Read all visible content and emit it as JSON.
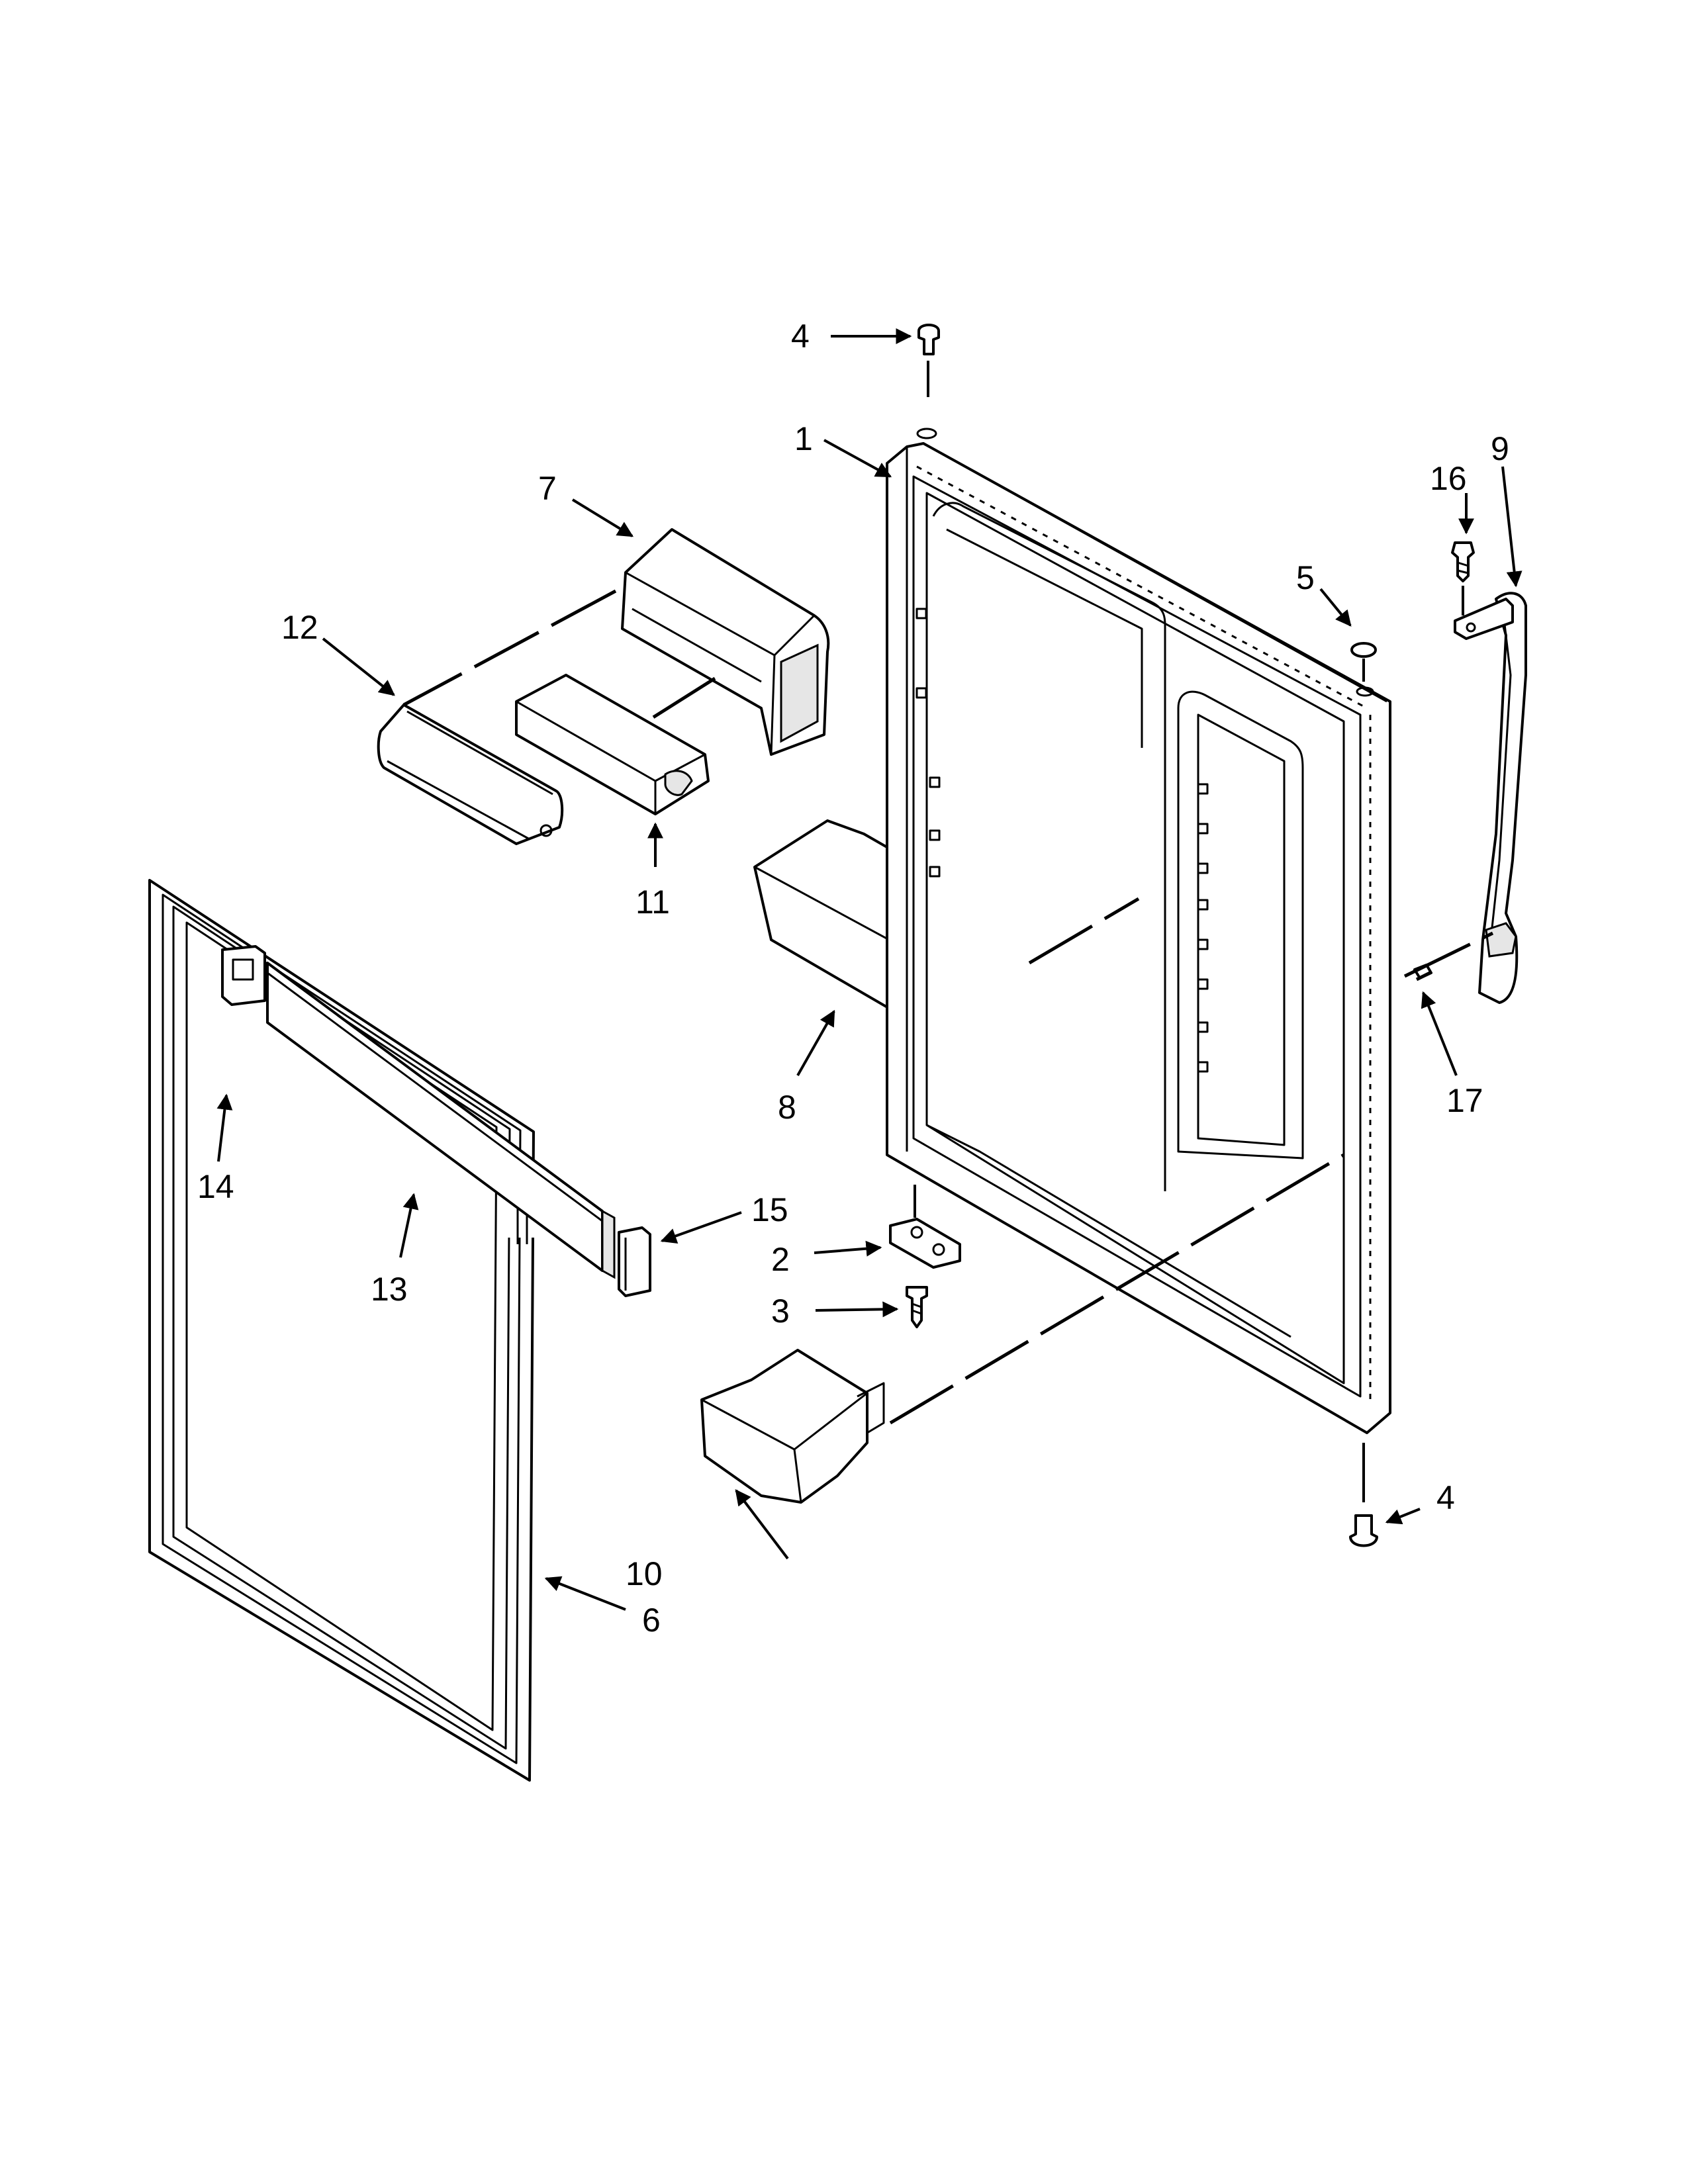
{
  "callouts": {
    "door": "1",
    "hinge": "2",
    "hinge_screw": "3",
    "bushing_top": "4",
    "bushing_bottom": "4",
    "plug_button": "5",
    "gasket": "6",
    "dairy_bin": "7",
    "door_bin_upper": "8",
    "handle": "9",
    "door_bin_lower": "10",
    "butter_tray": "11",
    "dairy_door": "12",
    "trim": "13",
    "end_cap_left": "14",
    "end_cap_right": "15",
    "handle_screw": "16",
    "plug": "17"
  },
  "colors": {
    "line": "#000000",
    "background": "#ffffff",
    "shade": "#e6e6e6"
  }
}
